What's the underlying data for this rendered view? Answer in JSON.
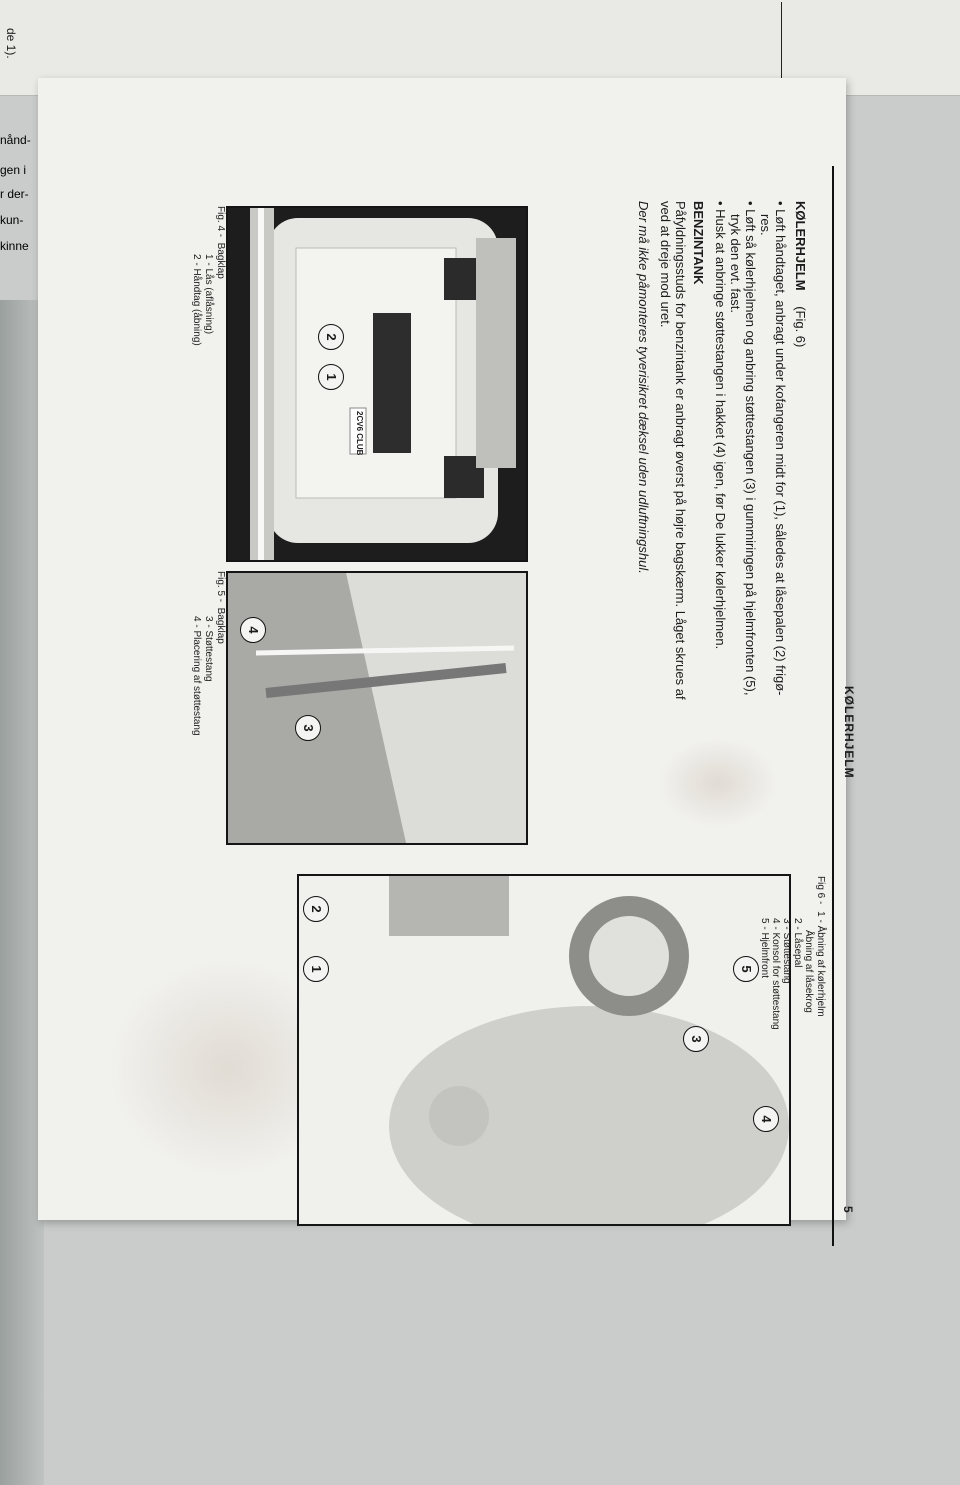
{
  "left_page": {
    "fragments": [
      "de 1).",
      "nånd-",
      "gen i",
      "r der-",
      "kun-",
      "kinne"
    ]
  },
  "page": {
    "header_title": "KØLERHJELM",
    "page_number": "5",
    "section1": {
      "heading": "KØLERHJELM",
      "fig_ref": "(Fig. 6)",
      "lines": [
        "Løft håndtaget, anbragt under kofangeren midt for (1), således at låsepalen (2) frigø-",
        "res.",
        "Løft så kølerhjelmen og anbring støttestangen (3) i gummiringen på hjelmfronten (5),",
        "tryk den evt. fast.",
        "Husk at anbringe støttestangen i hakket (4) igen, før De lukker kølerhjelmen."
      ]
    },
    "section2": {
      "heading": "BENZINTANK",
      "lines": [
        "Påfyldningsstuds for benzintank er anbragt øverst på højre bagskærm. Låget skrues af",
        "ved at dreje mod uret."
      ],
      "warning": "Der må ikke påmonteres tyverisikret dæksel uden udluftningshul."
    },
    "fig4": {
      "plate": "2CV6 CLUB",
      "callouts": [
        "1",
        "2"
      ],
      "caption_title": "Fig. 4 -  Bagklap",
      "caption_items": [
        "1 - Lås (aflåsning)",
        "2 - Håndtag (åbning)"
      ]
    },
    "fig5": {
      "callouts": [
        "4",
        "3"
      ],
      "caption_title": "Fig. 5 -  Bagklap",
      "caption_items": [
        "3 - Støttestang",
        "4 - Placering af støttestang"
      ]
    },
    "fig6": {
      "callouts": [
        "2",
        "1",
        "5",
        "3",
        "4"
      ],
      "caption_title": "Fig 6 -",
      "caption_items": [
        "1 - Åbning af kølerhjelm",
        "Åbning af låsekrog",
        "2 - Låsepal",
        "3 - Støttestang",
        "4 - Konsol for støttestang",
        "5 - Hjelmfront"
      ]
    }
  },
  "colors": {
    "paper": "#f1f1ee",
    "ink": "#1c1c1c",
    "photo_bg": "#d7d7d3"
  }
}
